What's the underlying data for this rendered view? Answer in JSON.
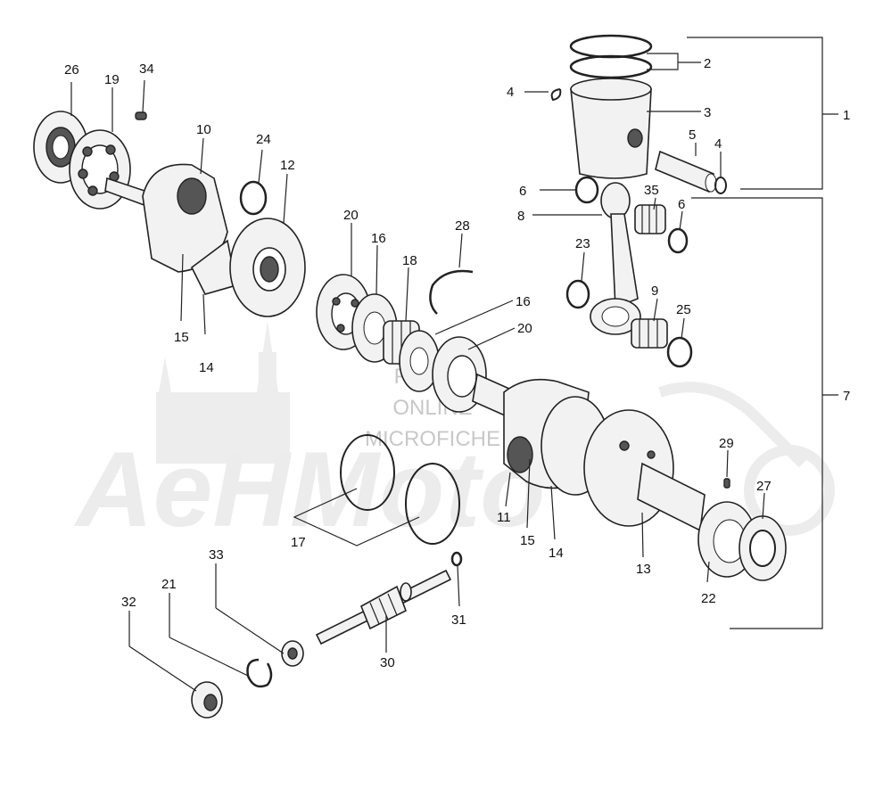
{
  "watermark": {
    "line1": "FLISMS",
    "line2": "ONLINE",
    "line3": "MICROFICHE",
    "logo": "AeHMoto"
  },
  "callouts": [
    {
      "id": "c26",
      "text": "26"
    },
    {
      "id": "c19",
      "text": "19"
    },
    {
      "id": "c34",
      "text": "34"
    },
    {
      "id": "c10",
      "text": "10"
    },
    {
      "id": "c24",
      "text": "24"
    },
    {
      "id": "c12",
      "text": "12"
    },
    {
      "id": "c15a",
      "text": "15"
    },
    {
      "id": "c14a",
      "text": "14"
    },
    {
      "id": "c20a",
      "text": "20"
    },
    {
      "id": "c16a",
      "text": "16"
    },
    {
      "id": "c18",
      "text": "18"
    },
    {
      "id": "c28",
      "text": "28"
    },
    {
      "id": "c16b",
      "text": "16"
    },
    {
      "id": "c20b",
      "text": "20"
    },
    {
      "id": "c2",
      "text": "2"
    },
    {
      "id": "c4a",
      "text": "4"
    },
    {
      "id": "c3",
      "text": "3"
    },
    {
      "id": "c1",
      "text": "1"
    },
    {
      "id": "c5",
      "text": "5"
    },
    {
      "id": "c4b",
      "text": "4"
    },
    {
      "id": "c6a",
      "text": "6"
    },
    {
      "id": "c35",
      "text": "35"
    },
    {
      "id": "c8",
      "text": "8"
    },
    {
      "id": "c6b",
      "text": "6"
    },
    {
      "id": "c23",
      "text": "23"
    },
    {
      "id": "c9",
      "text": "9"
    },
    {
      "id": "c25",
      "text": "25"
    },
    {
      "id": "c7",
      "text": "7"
    },
    {
      "id": "c29",
      "text": "29"
    },
    {
      "id": "c27",
      "text": "27"
    },
    {
      "id": "c11",
      "text": "11"
    },
    {
      "id": "c15b",
      "text": "15"
    },
    {
      "id": "c14b",
      "text": "14"
    },
    {
      "id": "c13",
      "text": "13"
    },
    {
      "id": "c22",
      "text": "22"
    },
    {
      "id": "c17",
      "text": "17"
    },
    {
      "id": "c33",
      "text": "33"
    },
    {
      "id": "c21",
      "text": "21"
    },
    {
      "id": "c32",
      "text": "32"
    },
    {
      "id": "c31",
      "text": "31"
    },
    {
      "id": "c30",
      "text": "30"
    }
  ]
}
